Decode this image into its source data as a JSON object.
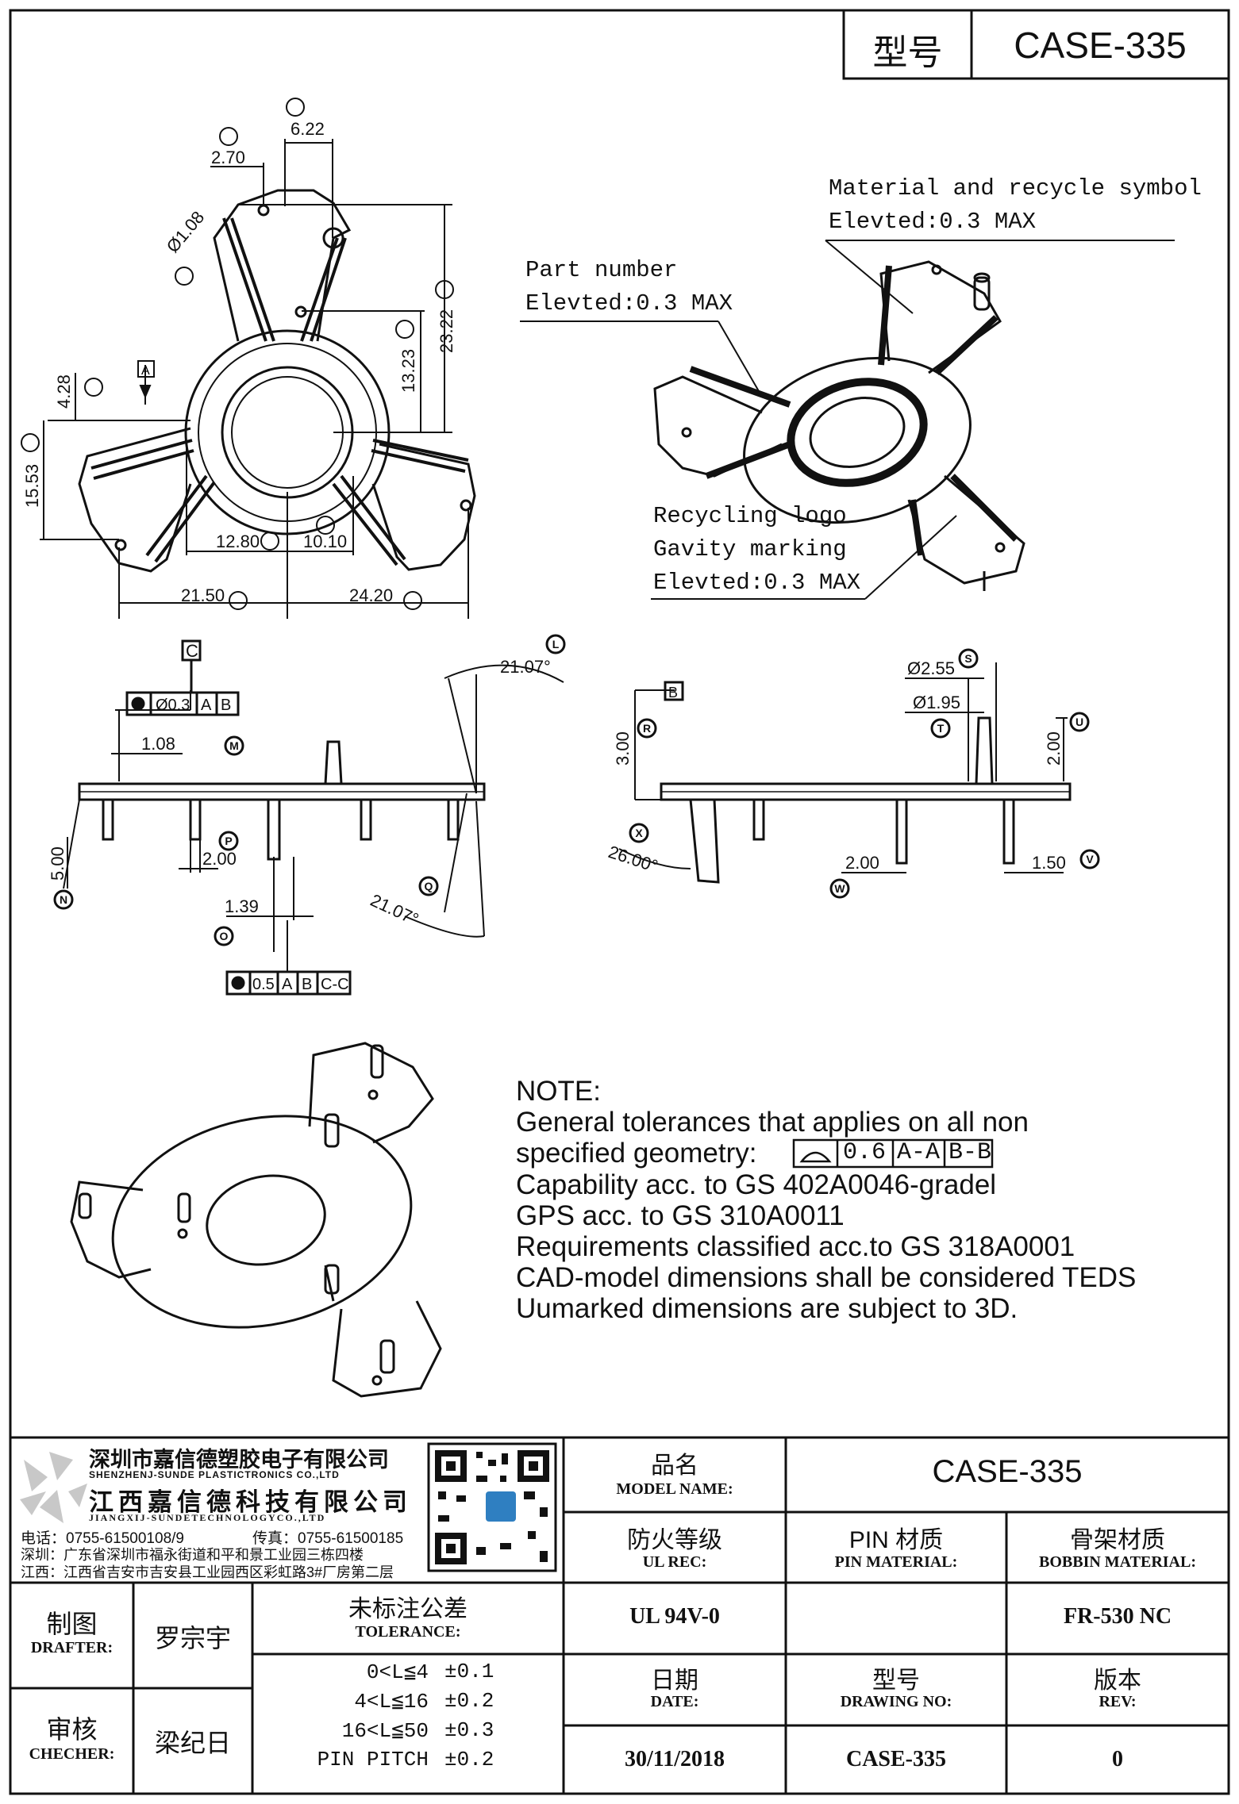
{
  "header": {
    "model_label": "型号",
    "model_value": "CASE-335"
  },
  "top_view_dims": {
    "A": "6.22",
    "B": "2.70",
    "C": "Ø1.08",
    "D": "23.22",
    "E": "13.23",
    "F": "4.28",
    "G": "15.53",
    "H": "12.80",
    "I": "10.10",
    "J": "21.50",
    "K": "24.20",
    "datum_A": "A"
  },
  "callouts": {
    "material_line1": "Material and recycle symbol",
    "material_line2": "Elevted:0.3 MAX",
    "part_line1": "Part number",
    "part_line2": "Elevted:0.3 MAX",
    "recycle_line1": "Recycling logo",
    "recycle_line2": "Gavity marking",
    "recycle_line3": "Elevted:0.3 MAX"
  },
  "side_view_1": {
    "datum_C": "C",
    "fcf_tol": "Ø0.3",
    "fcf_ref1": "A",
    "fcf_ref2": "B",
    "dim_108": "1.08",
    "dim_500": "5.00",
    "dim_200": "2.00",
    "dim_139": "1.39",
    "angle_top": "21.07°",
    "angle_bot": "21.07°",
    "fcf2_tol": "0.5",
    "fcf2_ref1": "A",
    "fcf2_ref2": "B",
    "fcf2_ref3": "C-C",
    "M": "M",
    "N": "N",
    "O": "O",
    "P": "P",
    "Q": "Q",
    "L": "L"
  },
  "side_view_2": {
    "datum_B": "B",
    "dim_300": "3.00",
    "dim_255": "Ø2.55",
    "dim_195": "Ø1.95",
    "dim_200_right": "2.00",
    "dim_200_bot": "2.00",
    "dim_150": "1.50",
    "angle": "26.00°",
    "R": "R",
    "S": "S",
    "T": "T",
    "U": "U",
    "V": "V",
    "W": "W",
    "X": "X"
  },
  "notes": {
    "title": "NOTE:",
    "line1": "General tolerances that applies on all non",
    "line2_prefix": "specified geometry:",
    "line2_tol": "0.6",
    "line2_ref1": "A-A",
    "line2_ref2": "B-B",
    "line3": "Capability acc. to GS 402A0046-gradel",
    "line4": "GPS acc. to GS 310A0011",
    "line5": "Requirements classified acc.to GS 318A0001",
    "line6": "CAD-model dimensions shall be considered TEDS",
    "line7": "Uumarked dimensions are subject to 3D."
  },
  "title_block": {
    "company_cn1": "深圳市嘉信德塑胶电子有限公司",
    "company_en1": "SHENZHENJ-SUNDE PLASTICTRONICS CO.,LTD",
    "company_cn2": "江西嘉信德科技有限公司",
    "company_en2": "JIANGXIJ-SUNDETECHNOLOGYCO.,LTD",
    "tel": "电话：0755-61500108/9",
    "fax": "传真：0755-61500185",
    "addr_sz": "深圳：广东省深圳市福永街道和平和景工业园三栋四楼",
    "addr_jx": "江西：江西省吉安市吉安县工业园西区彩虹路3#厂房第二层",
    "model_name_cn": "品名",
    "model_name_en": "MODEL NAME:",
    "model_name_value": "CASE-335",
    "ul_cn": "防火等级",
    "ul_en": "UL REC:",
    "ul_value": "UL 94V-0",
    "pin_cn": "PIN 材质",
    "pin_en": "PIN MATERIAL:",
    "pin_value": "",
    "bobbin_cn": "骨架材质",
    "bobbin_en": "BOBBIN MATERIAL:",
    "bobbin_value": "FR-530 NC",
    "drafter_cn": "制图",
    "drafter_en": "DRAFTER:",
    "drafter_value": "罗宗宇",
    "checker_cn": "审核",
    "checker_en": "CHECHER:",
    "checker_value": "梁纪日",
    "tol_cn": "未标注公差",
    "tol_en": "TOLERANCE:",
    "tol_rows": [
      {
        "range": "0<L≦4",
        "value": "±0.1"
      },
      {
        "range": "4<L≦16",
        "value": "±0.2"
      },
      {
        "range": "16<L≦50",
        "value": "±0.3"
      },
      {
        "range": "PIN PITCH",
        "value": "±0.2"
      }
    ],
    "date_cn": "日期",
    "date_en": "DATE:",
    "date_value": "30/11/2018",
    "drawing_cn": "型号",
    "drawing_en": "DRAWING NO:",
    "drawing_value": "CASE-335",
    "rev_cn": "版本",
    "rev_en": "REV:",
    "rev_value": "0"
  }
}
